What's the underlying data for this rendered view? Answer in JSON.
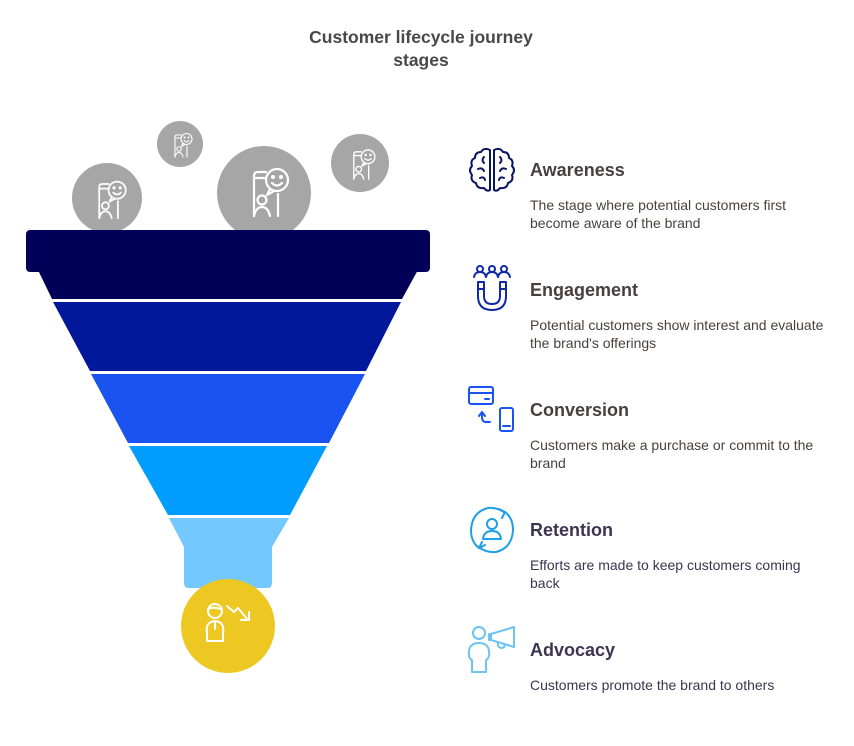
{
  "title": {
    "line1": "Customer lifecycle journey",
    "line2": "stages"
  },
  "funnel": {
    "band_colors": [
      "#000058",
      "#001899",
      "#1a53f0",
      "#009dff",
      "#73c8ff"
    ],
    "rim_color": "#000058",
    "drop_color": "#eec822",
    "bubble_color": "#a6a6a6",
    "bubble_icon": "phone-chat-smiley-icon",
    "drop_icon": "person-declining-arrow-icon"
  },
  "stages": [
    {
      "name": "Awareness",
      "description": "The stage where potential customers first become aware of the brand",
      "icon": "brain-icon",
      "icon_color": "#0a1560"
    },
    {
      "name": "Engagement",
      "description": "Potential customers show interest and evaluate the brand's offerings",
      "icon": "magnet-people-icon",
      "icon_color": "#0e2aa8"
    },
    {
      "name": "Conversion",
      "description": "Customers make a purchase or commit to the brand",
      "icon": "card-to-phone-icon",
      "icon_color": "#1a53f0"
    },
    {
      "name": "Retention",
      "description": "Efforts are made to keep customers coming back",
      "icon": "person-cycle-icon",
      "icon_color": "#1e9fe6"
    },
    {
      "name": "Advocacy",
      "description": "Customers promote the brand to others",
      "icon": "person-megaphone-icon",
      "icon_color": "#6cc4f5"
    }
  ]
}
